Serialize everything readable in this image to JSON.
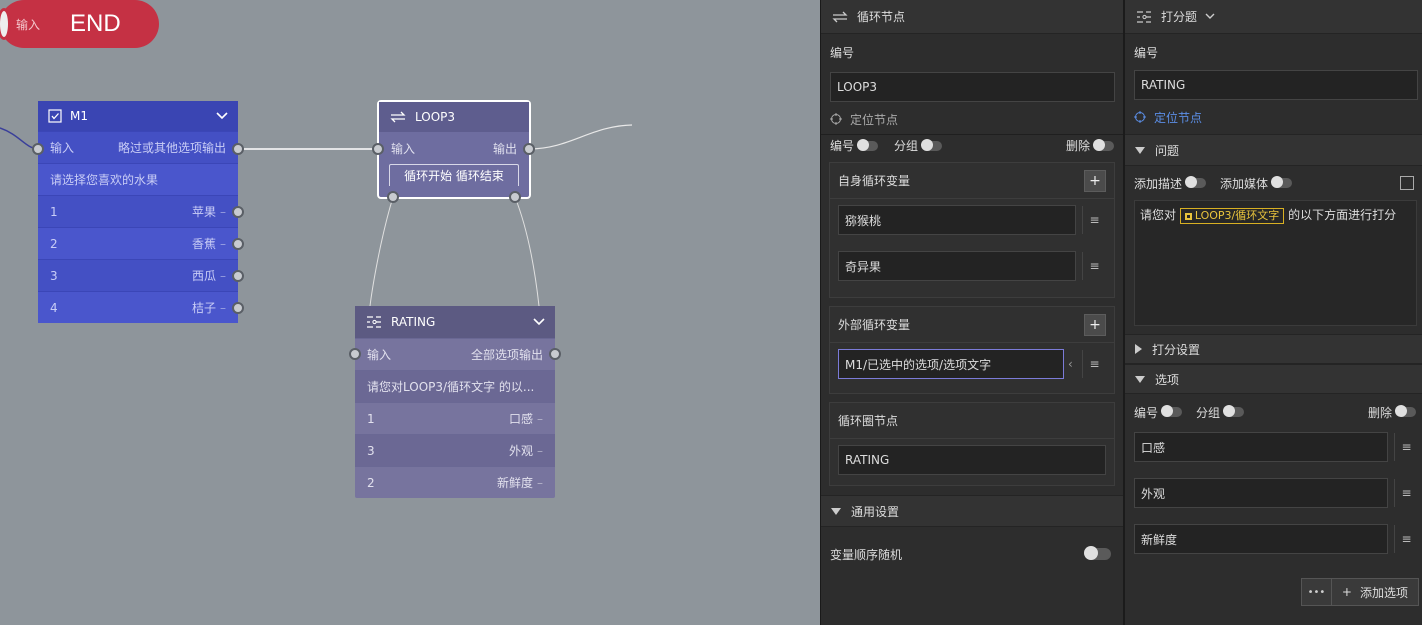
{
  "canvas": {
    "m1": {
      "title": "M1",
      "input": "输入",
      "output": "略过或其他选项输出",
      "prompt": "请选择您喜欢的水果",
      "options": [
        {
          "num": "1",
          "label": "苹果"
        },
        {
          "num": "2",
          "label": "香蕉"
        },
        {
          "num": "3",
          "label": "西瓜"
        },
        {
          "num": "4",
          "label": "桔子"
        }
      ]
    },
    "loop": {
      "title": "LOOP3",
      "input": "输入",
      "output": "输出",
      "start": "循环开始",
      "end": "循环结束"
    },
    "rating": {
      "title": "RATING",
      "input": "输入",
      "output": "全部选项输出",
      "prompt": "请您对LOOP3/循环文字 的以...",
      "options": [
        {
          "num": "1",
          "label": "口感"
        },
        {
          "num": "3",
          "label": "外观"
        },
        {
          "num": "2",
          "label": "新鲜度"
        }
      ]
    },
    "end": {
      "label": "END",
      "input": "输入"
    }
  },
  "loop_panel": {
    "header": "循环节点",
    "id_label": "编号",
    "id_value": "LOOP3",
    "locate": "定位节点",
    "toggle_number": "编号",
    "toggle_group": "分组",
    "toggle_delete": "删除",
    "self_vars_title": "自身循环变量",
    "self_vars": [
      "猕猴桃",
      "奇异果"
    ],
    "ext_vars_title": "外部循环变量",
    "ext_vars": [
      "M1/已选中的选项/选项文字"
    ],
    "loop_nodes_title": "循环圈节点",
    "loop_nodes_value": "RATING",
    "general": "通用设置",
    "random_order": "变量顺序随机"
  },
  "rating_panel": {
    "header": "打分题",
    "id_label": "编号",
    "id_value": "RATING",
    "locate": "定位节点",
    "question": "问题",
    "add_desc": "添加描述",
    "add_media": "添加媒体",
    "question_text_before": "请您对",
    "question_tag": "LOOP3/循环文字",
    "question_text_after": "的以下方面进行打分",
    "score_settings": "打分设置",
    "options_title": "选项",
    "toggle_number": "编号",
    "toggle_group": "分组",
    "toggle_delete": "删除",
    "options": [
      "口感",
      "外观",
      "新鲜度"
    ],
    "more": "•••",
    "add_option": "添加选项"
  }
}
